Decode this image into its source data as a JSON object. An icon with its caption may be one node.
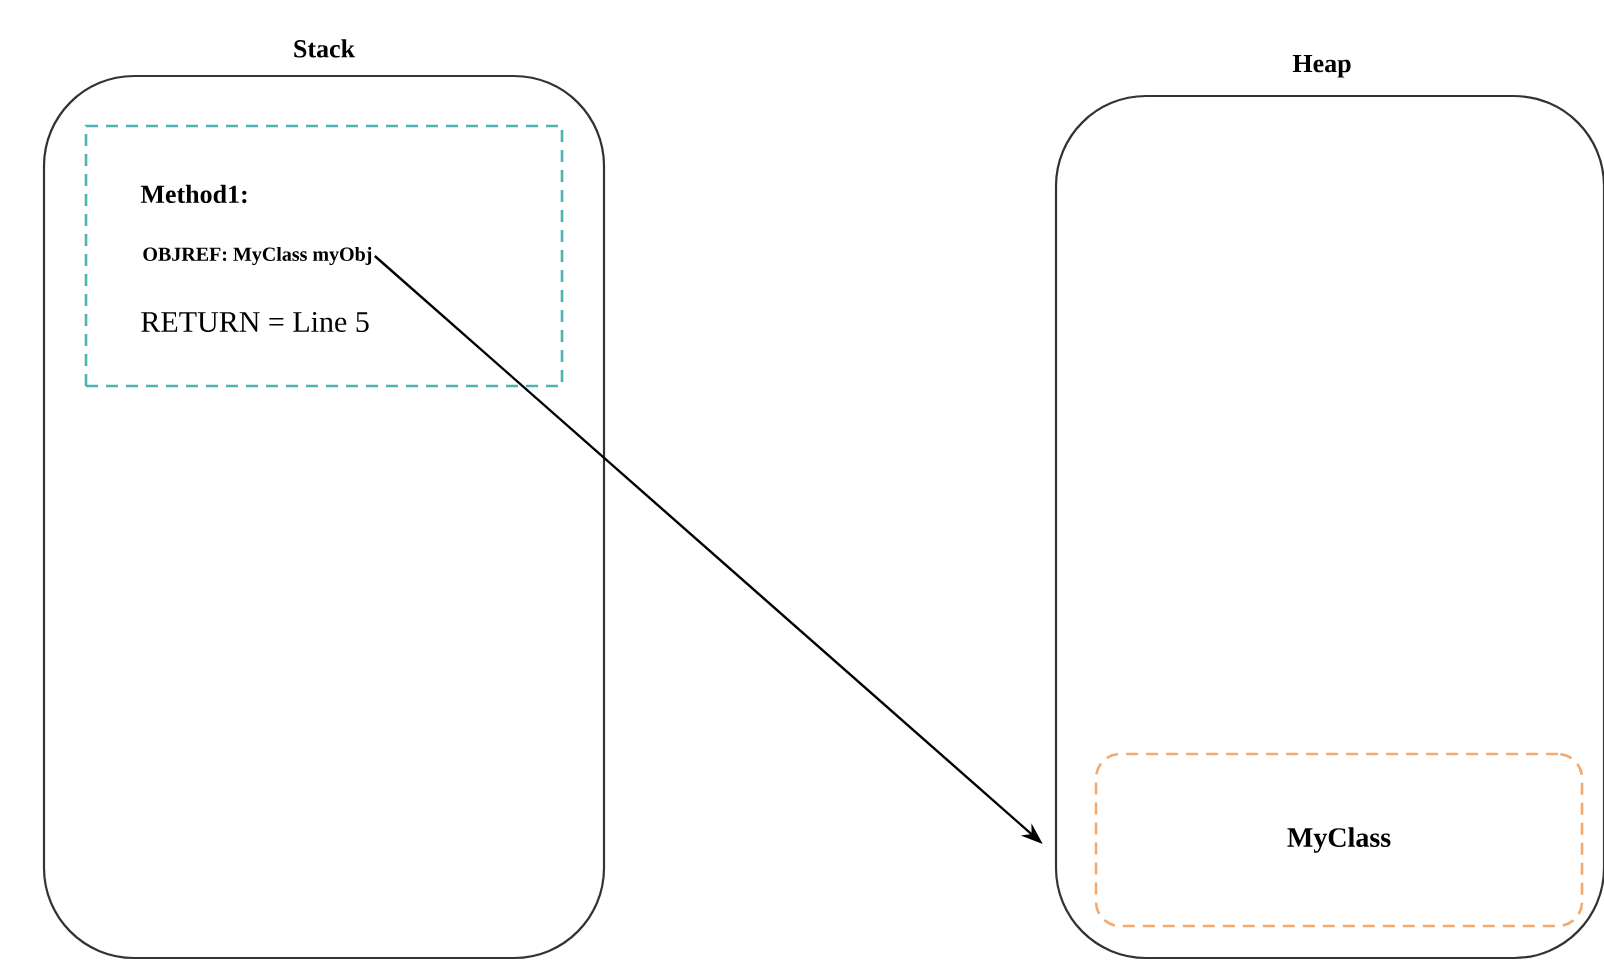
{
  "diagram": {
    "nodes": [
      {
        "text": [
          "Stack"
        ]
      },
      {
        "text": [
          "Method1:",
          "RETURN = Line 5"
        ],
        "in": 0
      },
      {
        "text": [
          "OBJREF:  MyClass myObj"
        ],
        "in": 1
      },
      {
        "text": [
          "Heap"
        ]
      },
      {
        "text": [
          "MyClass"
        ],
        "in": 3
      }
    ],
    "edges": [
      {
        "from": 2,
        "to": 4,
        "arrow": "to"
      }
    ]
  }
}
